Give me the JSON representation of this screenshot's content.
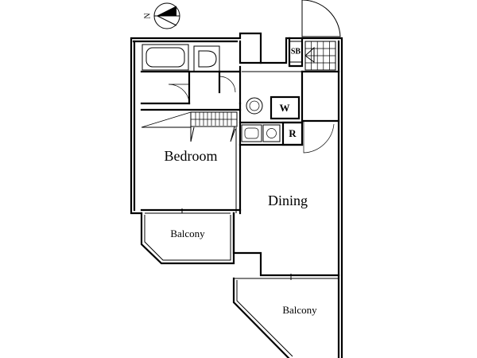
{
  "compass": {
    "letter": "N"
  },
  "rooms": {
    "bedroom": "Bedroom",
    "dining": "Dining",
    "balcony_left": "Balcony",
    "balcony_right": "Balcony"
  },
  "fixtures": {
    "shoe_box": "SB",
    "washer": "W",
    "refrigerator": "R"
  }
}
